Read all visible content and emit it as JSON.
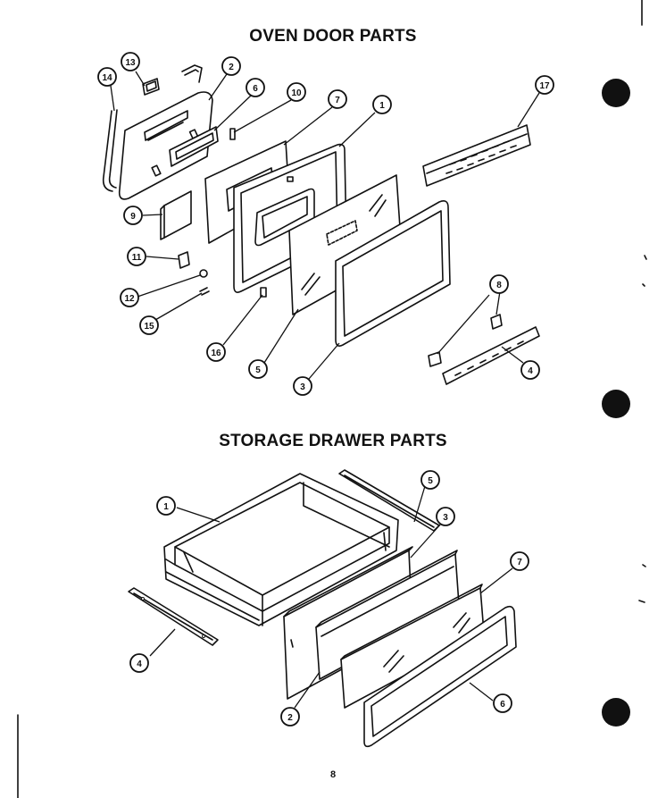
{
  "sections": [
    {
      "title": "OVEN DOOR PARTS"
    },
    {
      "title": "STORAGE DRAWER PARTS"
    }
  ],
  "page_number": "8",
  "oven_callouts": [
    {
      "label": "14"
    },
    {
      "label": "13"
    },
    {
      "label": "2"
    },
    {
      "label": "6"
    },
    {
      "label": "10"
    },
    {
      "label": "7"
    },
    {
      "label": "1"
    },
    {
      "label": "17"
    },
    {
      "label": "9"
    },
    {
      "label": "11"
    },
    {
      "label": "12"
    },
    {
      "label": "15"
    },
    {
      "label": "16"
    },
    {
      "label": "5"
    },
    {
      "label": "3"
    },
    {
      "label": "8"
    },
    {
      "label": "4"
    }
  ],
  "drawer_callouts": [
    {
      "label": "1"
    },
    {
      "label": "5"
    },
    {
      "label": "3"
    },
    {
      "label": "7"
    },
    {
      "label": "4"
    },
    {
      "label": "2"
    },
    {
      "label": "6"
    }
  ]
}
